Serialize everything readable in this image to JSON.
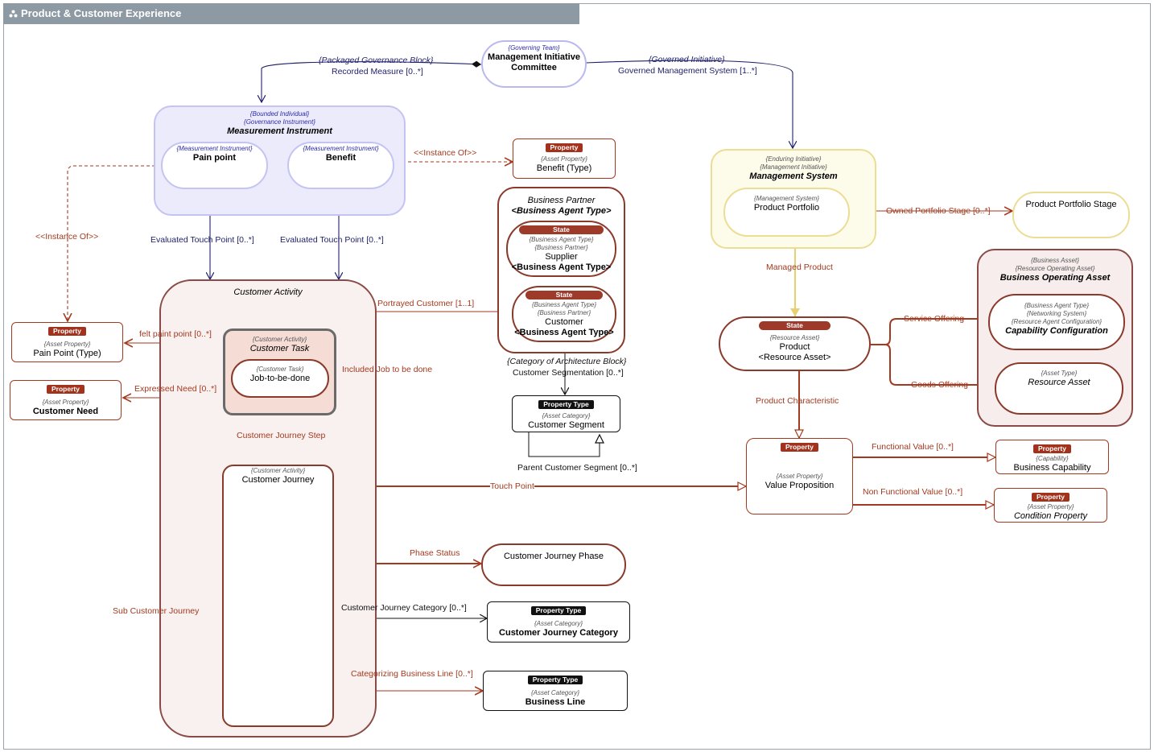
{
  "diagram_title": "Product & Customer Experience",
  "nodes": {
    "mic": {
      "stereo": "{Governing Team}",
      "name": "Management Initiative Committee"
    },
    "measurement": {
      "stereo1": "{Bounded Individual}",
      "stereo2": "{Governance Instrument}",
      "name": "Measurement Instrument"
    },
    "pain_point": {
      "stereo": "{Measurement Instrument}",
      "name": "Pain point"
    },
    "benefit": {
      "stereo": "{Measurement Instrument}",
      "name": "Benefit"
    },
    "benefit_type": {
      "tag": "Property",
      "stereo": "{Asset Property}",
      "name": "Benefit (Type)"
    },
    "business_partner": {
      "name1": "Business Partner",
      "name2": "<Business Agent Type>"
    },
    "supplier": {
      "tag": "State",
      "stereo1": "{Business Agent Type}",
      "stereo2": "{Business Partner}",
      "name1": "Supplier",
      "name2": "<Business Agent Type>"
    },
    "customer": {
      "tag": "State",
      "stereo1": "{Business Agent Type}",
      "stereo2": "{Business Partner}",
      "name1": "Customer",
      "name2": "<Business Agent Type>"
    },
    "customer_segment": {
      "tag": "Property Type",
      "stereo": "{Asset Category}",
      "name": "Customer Segment"
    },
    "management_system": {
      "stereo1": "{Enduring Initiative}",
      "stereo2": "{Management Initiative}",
      "name": "Management System"
    },
    "product_portfolio": {
      "stereo": "{Management System}",
      "name": "Product Portfolio"
    },
    "product_portfolio_stage": {
      "name": "Product Portfolio Stage"
    },
    "business_operating_asset": {
      "stereo1": "{Business Asset}",
      "stereo2": "{Resource Operating Asset}",
      "name": "Business Operating Asset"
    },
    "capability_configuration": {
      "stereo1": "{Business Agent Type}",
      "stereo2": "{Networking System}",
      "stereo3": "{Resource Agent Configuration}",
      "name": "Capability Configuration"
    },
    "resource_asset": {
      "stereo": "{Asset Type}",
      "name": "Resource Asset"
    },
    "product": {
      "tag": "State",
      "stereo": "{Resource Asset}",
      "name1": "Product",
      "name2": "<Resource Asset>"
    },
    "value_proposition": {
      "tag": "Property",
      "stereo": "{Asset Property}",
      "name": "Value Proposition"
    },
    "business_capability": {
      "tag": "Property",
      "stereo": "{Capability}",
      "name": "Business Capability"
    },
    "condition_property": {
      "tag": "Property",
      "stereo": "{Asset Property}",
      "name": "Condition Property"
    },
    "pain_point_type": {
      "tag": "Property",
      "stereo": "{Asset Property}",
      "name": "Pain Point (Type)"
    },
    "customer_need": {
      "tag": "Property",
      "stereo": "{Asset Property}",
      "name": "Customer Need"
    },
    "customer_activity": {
      "name": "Customer Activity"
    },
    "customer_task": {
      "stereo": "{Customer Activity}",
      "name": "Customer Task"
    },
    "job_to_be_done": {
      "stereo": "{Customer Task}",
      "name": "Job-to-be-done"
    },
    "customer_journey": {
      "stereo": "{Customer Activity}",
      "name": "Customer Journey"
    },
    "customer_journey_phase": {
      "name": "Customer Journey Phase"
    },
    "customer_journey_category": {
      "tag": "Property Type",
      "stereo": "{Asset Category}",
      "name": "Customer Journey Category"
    },
    "business_line": {
      "tag": "Property Type",
      "stereo": "{Asset Category}",
      "name": "Business Line"
    }
  },
  "links": {
    "packaged_gov_stereo": "{Packaged Governance Block}",
    "recorded_measure": "Recorded Measure [0..*]",
    "governed_initiative_stereo": "{Governed Initiative}",
    "governed_mgmt_system": "Governed Management System [1..*]",
    "instance_of_1": "<<Instance Of>>",
    "instance_of_2": "<<Instance Of>>",
    "evaluated_touch_point_1": "Evaluated Touch Point [0..*]",
    "evaluated_touch_point_2": "Evaluated Touch Point [0..*]",
    "portrayed_customer": "Portrayed Customer [1..1]",
    "felt_paint_point": "felt paint point [0..*]",
    "expressed_need": "Expressed Need [0..*]",
    "included_job": "Included Job to be done",
    "customer_journey_step": "Customer Journey Step",
    "category_arch_block": "{Category of Architecture Block}",
    "customer_segmentation": "Customer Segmentation [0..*]",
    "parent_customer_segment": "Parent Customer Segment [0..*]",
    "owned_portfolio_stage": "Owned Portfolio Stage [0..*]",
    "managed_product": "Managed Product",
    "service_offering": "Service Offering",
    "goods_offering": "Goods Offering",
    "product_characteristic": "Product Characteristic",
    "functional_value": "Functional Value [0..*]",
    "non_functional_value": "Non Functional Value [0..*]",
    "touch_point": "Touch Point",
    "phase_status": "Phase Status",
    "customer_journey_category": "Customer Journey Category [0..*]",
    "categorizing_business_line": "Categorizing Business Line [0..*]",
    "sub_customer_journey": "Sub Customer Journey"
  },
  "colors": {
    "title_bar": "#8d99a3",
    "governance_blue": "#b9b9f0",
    "management_yellow": "#e8d88a",
    "activity_brown": "#8a4a45",
    "link_red": "#a33a1f",
    "link_blue": "#1f1f6a"
  }
}
